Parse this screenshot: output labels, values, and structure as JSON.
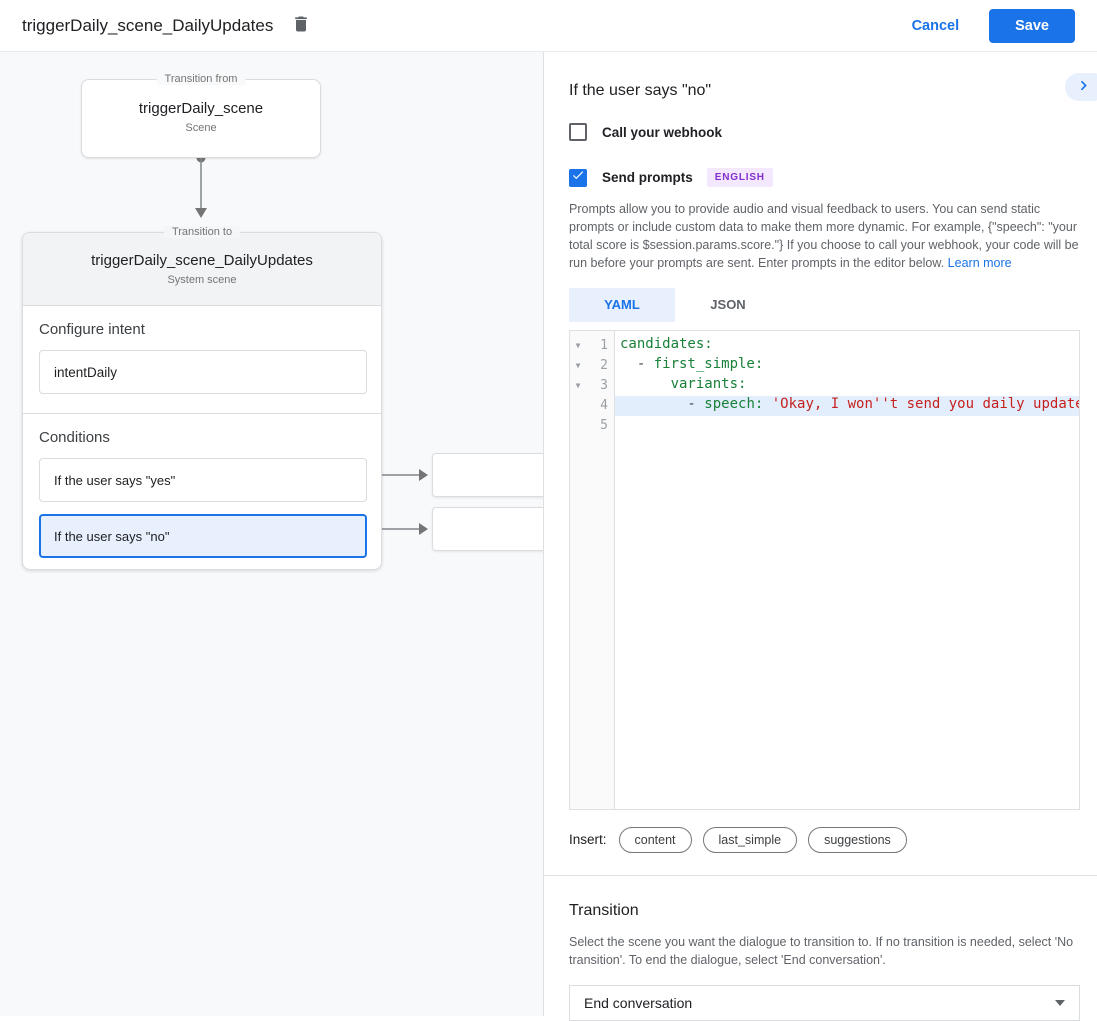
{
  "header": {
    "title": "triggerDaily_scene_DailyUpdates",
    "cancel_label": "Cancel",
    "save_label": "Save"
  },
  "colors": {
    "accent": "#1a73e8",
    "selected_bg": "#e8f0fe",
    "key_green": "#188038",
    "string_red": "#c5221f",
    "badge_purple": "#8430ce"
  },
  "flow": {
    "from_box": {
      "legend": "Transition from",
      "title": "triggerDaily_scene",
      "subtitle": "Scene"
    },
    "to_card": {
      "legend": "Transition to",
      "title": "triggerDaily_scene_DailyUpdates",
      "subtitle": "System scene",
      "intent_label": "Configure intent",
      "intent_value": "intentDaily",
      "conditions_label": "Conditions",
      "conditions": [
        {
          "label": "If the user says \"yes\"",
          "selected": false
        },
        {
          "label": "If the user says \"no\"",
          "selected": true
        }
      ]
    }
  },
  "panel": {
    "title": "If the user says \"no\"",
    "webhook": {
      "label": "Call your webhook",
      "checked": false
    },
    "prompts": {
      "label": "Send prompts",
      "checked": true
    },
    "language_badge": "ENGLISH",
    "description": "Prompts allow you to provide audio and visual feedback to users. You can send static prompts or include custom data to make them more dynamic. For example, {\"speech\": \"your total score is $session.params.score.\"} If you choose to call your webhook, your code will be run before your prompts are sent. Enter prompts in the editor below. ",
    "learn_more": "Learn more",
    "tabs": [
      {
        "label": "YAML",
        "active": true
      },
      {
        "label": "JSON",
        "active": false
      }
    ],
    "editor": {
      "lines": [
        {
          "num": 1,
          "fold": true,
          "highlight": false,
          "tokens": [
            {
              "t": "key",
              "v": "candidates:"
            }
          ]
        },
        {
          "num": 2,
          "fold": true,
          "highlight": false,
          "tokens": [
            {
              "t": "plain",
              "v": "  - "
            },
            {
              "t": "key",
              "v": "first_simple:"
            }
          ]
        },
        {
          "num": 3,
          "fold": true,
          "highlight": false,
          "tokens": [
            {
              "t": "plain",
              "v": "      "
            },
            {
              "t": "key",
              "v": "variants:"
            }
          ]
        },
        {
          "num": 4,
          "fold": false,
          "highlight": true,
          "tokens": [
            {
              "t": "plain",
              "v": "        - "
            },
            {
              "t": "key",
              "v": "speech:"
            },
            {
              "t": "plain",
              "v": " "
            },
            {
              "t": "str",
              "v": "'Okay, I won''t send you daily updates'"
            }
          ]
        },
        {
          "num": 5,
          "fold": false,
          "highlight": false,
          "tokens": []
        }
      ]
    },
    "insert_label": "Insert:",
    "insert_pills": [
      "content",
      "last_simple",
      "suggestions"
    ],
    "transition": {
      "title": "Transition",
      "description": "Select the scene you want the dialogue to transition to. If no transition is needed, select 'No transition'. To end the dialogue, select 'End conversation'.",
      "dropdown_value": "End conversation"
    }
  }
}
